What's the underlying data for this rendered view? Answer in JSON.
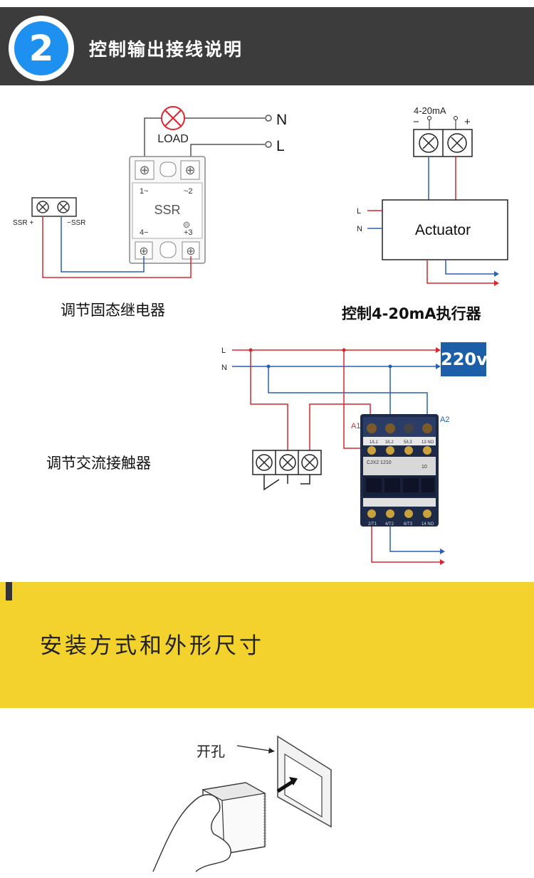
{
  "header": {
    "step_number": "2",
    "title": "控制输出接线说明"
  },
  "ssr": {
    "load_label": "LOAD",
    "n_label": "N",
    "l_label": "L",
    "device_label": "SSR",
    "terminal_1": "1~",
    "terminal_2": "~2",
    "terminal_4": "4−",
    "terminal_3": "+3",
    "ssr_plus": "SSR +",
    "ssr_minus": "−SSR",
    "caption": "调节固态继电器"
  },
  "actuator": {
    "range_label": "4-20mA",
    "minus": "−",
    "plus": "+",
    "l_label": "L",
    "n_label": "N",
    "device_label": "Actuator",
    "caption": "控制4-20mA执行器"
  },
  "contactor": {
    "l_label": "L",
    "n_label": "N",
    "voltage": "220v",
    "a1": "A1",
    "a2": "A2",
    "model": "CJX2 1210",
    "top_terms": [
      "1/L1",
      "3/L2",
      "5/L3",
      "13 NO"
    ],
    "bottom_terms": [
      "2/T1",
      "4/T2",
      "6/T3",
      "14 NO"
    ],
    "code": "10",
    "caption": "调节交流接触器"
  },
  "section2": {
    "title": "安装方式和外形尺寸"
  },
  "install": {
    "hole_label": "开孔"
  },
  "colors": {
    "red_wire": "#d9262c",
    "blue_wire": "#2a5fb4",
    "badge_blue": "#1e90f0",
    "yellow_band": "#f4d22e"
  }
}
